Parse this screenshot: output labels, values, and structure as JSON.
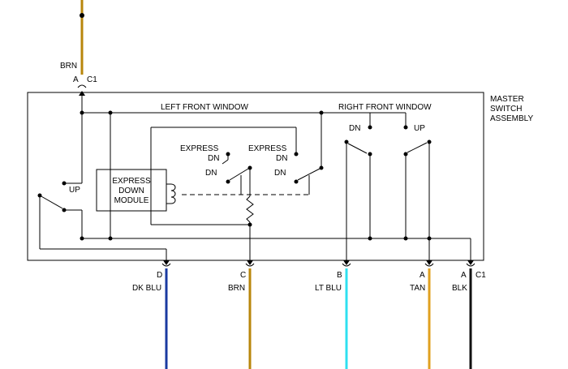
{
  "top_connector": {
    "wire_color": "BRN",
    "pin": "A",
    "connector": "C1",
    "wire_hex": "#b8860b"
  },
  "assembly": {
    "label_lines": [
      "MASTER",
      "SWITCH",
      "ASSEMBLY"
    ]
  },
  "left_front": {
    "title": "LEFT FRONT WINDOW",
    "up_label": "UP",
    "express_dn_1": [
      "EXPRESS",
      "DN"
    ],
    "dn_1": "DN",
    "express_dn_2": [
      "EXPRESS",
      "DN"
    ],
    "dn_2": "DN",
    "module_lines": [
      "EXPRESS",
      "DOWN",
      "MODULE"
    ]
  },
  "right_front": {
    "title": "RIGHT FRONT WINDOW",
    "dn_label": "DN",
    "up_label": "UP"
  },
  "bottom_pins": [
    {
      "pin": "D",
      "wire": "DK BLU",
      "connector": "",
      "hex": "#1a3aa0"
    },
    {
      "pin": "C",
      "wire": "BRN",
      "connector": "",
      "hex": "#b8860b"
    },
    {
      "pin": "B",
      "wire": "LT BLU",
      "connector": "",
      "hex": "#2ee0f0"
    },
    {
      "pin": "A",
      "wire": "TAN",
      "connector": "",
      "hex": "#e0a020"
    },
    {
      "pin": "A",
      "wire": "BLK",
      "connector": "C1",
      "hex": "#111111"
    }
  ]
}
